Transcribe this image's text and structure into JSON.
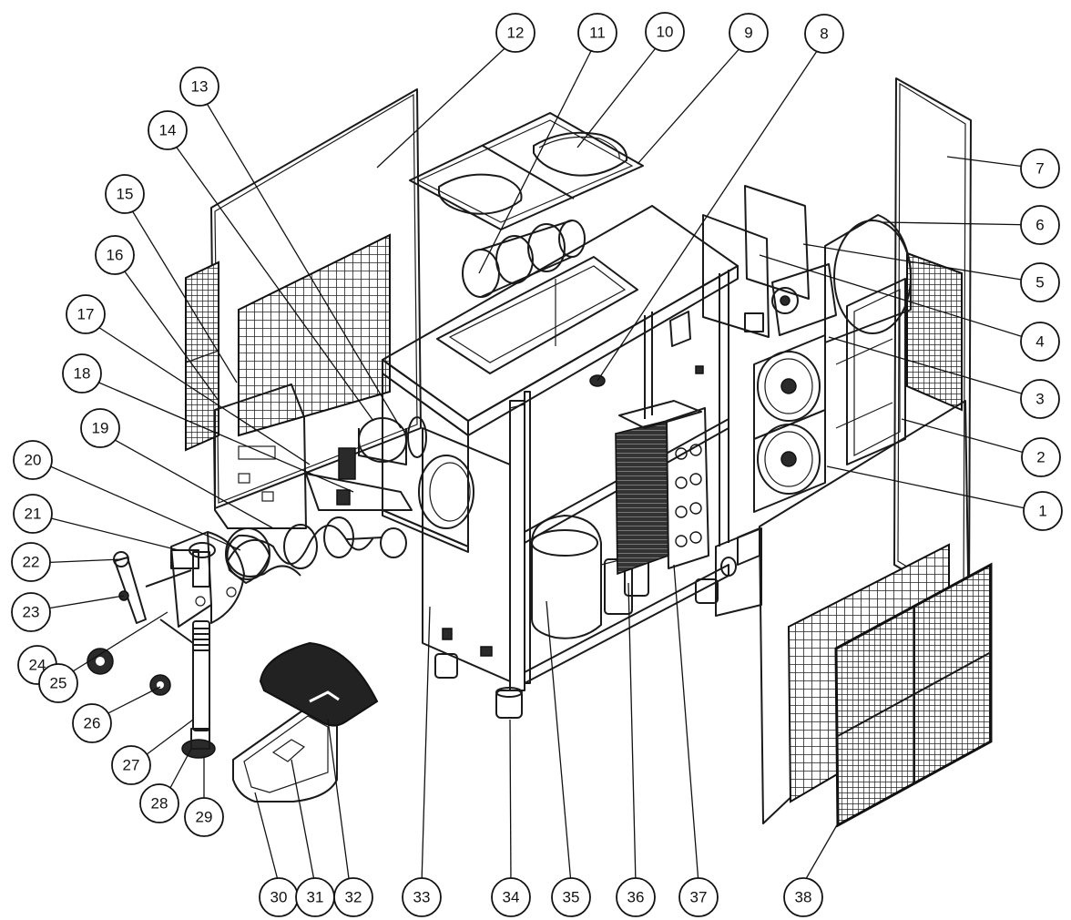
{
  "callouts": [
    {
      "label": "1"
    },
    {
      "label": "2"
    },
    {
      "label": "3"
    },
    {
      "label": "4"
    },
    {
      "label": "5"
    },
    {
      "label": "6"
    },
    {
      "label": "7"
    },
    {
      "label": "8"
    },
    {
      "label": "9"
    },
    {
      "label": "10"
    },
    {
      "label": "11"
    },
    {
      "label": "12"
    },
    {
      "label": "13"
    },
    {
      "label": "14"
    },
    {
      "label": "15"
    },
    {
      "label": "16"
    },
    {
      "label": "17"
    },
    {
      "label": "18"
    },
    {
      "label": "19"
    },
    {
      "label": "20"
    },
    {
      "label": "21"
    },
    {
      "label": "22"
    },
    {
      "label": "23"
    },
    {
      "label": "24"
    },
    {
      "label": "25"
    },
    {
      "label": "26"
    },
    {
      "label": "27"
    },
    {
      "label": "28"
    },
    {
      "label": "29"
    },
    {
      "label": "30"
    },
    {
      "label": "31"
    },
    {
      "label": "32"
    },
    {
      "label": "33"
    },
    {
      "label": "34"
    },
    {
      "label": "35"
    },
    {
      "label": "36"
    },
    {
      "label": "37"
    },
    {
      "label": "38"
    }
  ]
}
